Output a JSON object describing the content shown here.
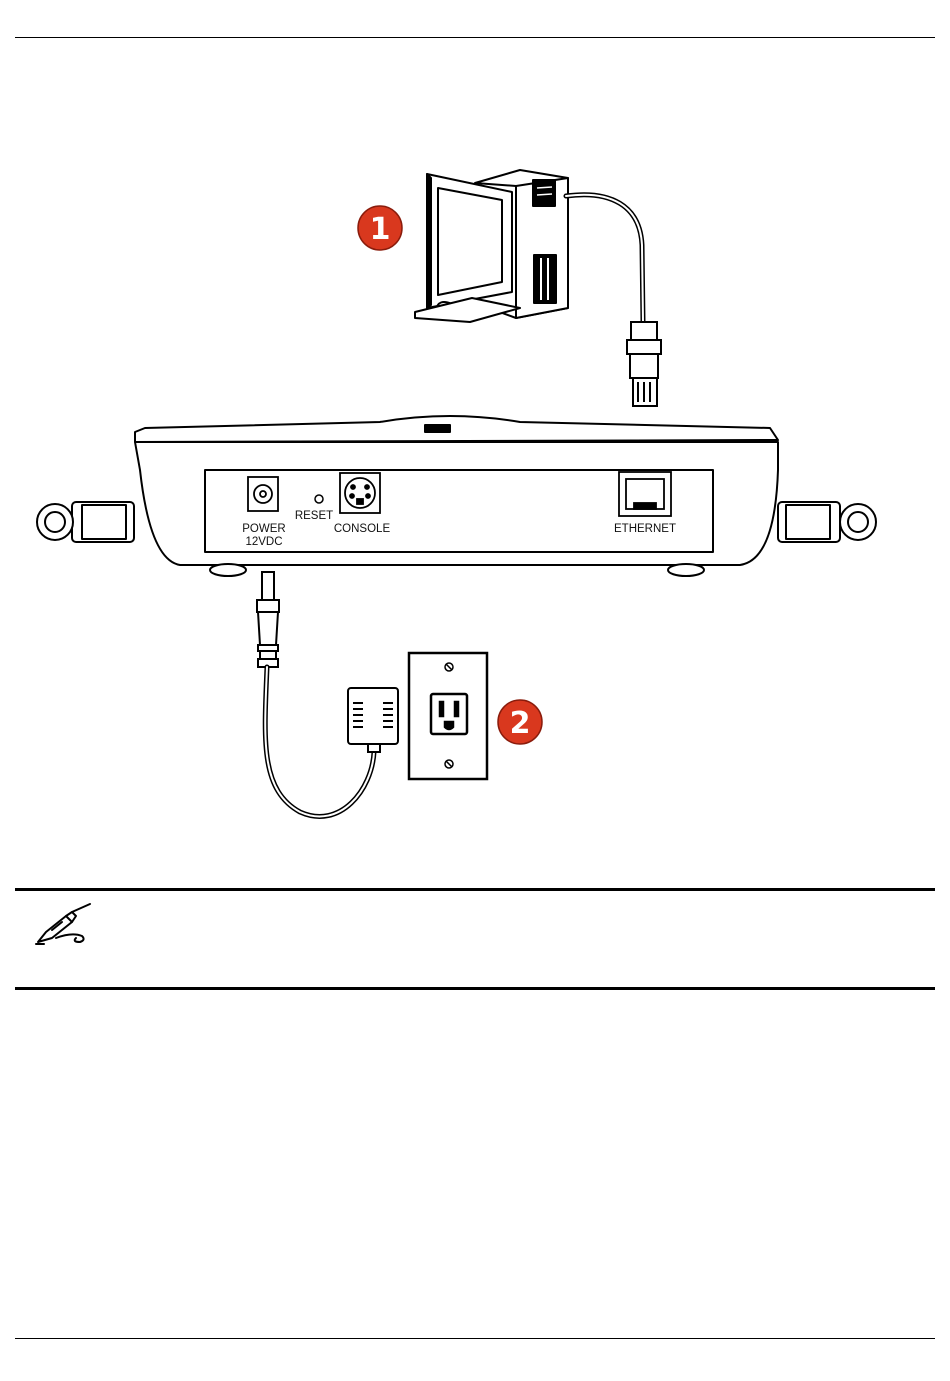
{
  "diagram": {
    "callouts": [
      {
        "number": "1",
        "target": "computer"
      },
      {
        "number": "2",
        "target": "power outlet"
      }
    ],
    "port_labels": {
      "power_line1": "POWER",
      "power_line2": "12VDC",
      "reset": "RESET",
      "console": "CONSOLE",
      "ethernet": "ETHERNET"
    },
    "colors": {
      "callout_fill": "#d9381e",
      "line": "#000000"
    }
  },
  "note": {
    "icon": "pen-writing-icon"
  }
}
